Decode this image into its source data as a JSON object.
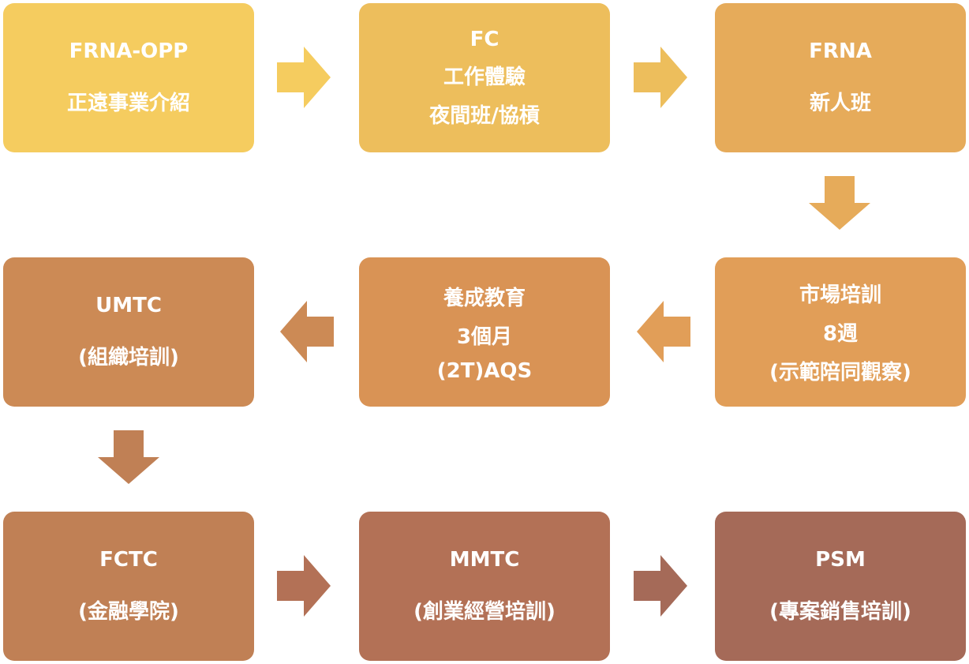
{
  "boxes": [
    {
      "id": "frna-opp",
      "lines": [
        "FRNA-OPP",
        "正遠事業介紹"
      ],
      "color": "#f5cc5f"
    },
    {
      "id": "fc",
      "lines": [
        "FC",
        "工作體驗",
        "夜間班/協槓"
      ],
      "color": "#edbe5c"
    },
    {
      "id": "frna",
      "lines": [
        "FRNA",
        "新人班"
      ],
      "color": "#e6ab5a"
    },
    {
      "id": "market-training",
      "lines": [
        "市場培訓",
        "8週",
        "(示範陪同觀察)"
      ],
      "color": "#e19e58"
    },
    {
      "id": "cultivation",
      "lines": [
        "養成教育",
        "3個月",
        "(2T)AQS"
      ],
      "color": "#d99355"
    },
    {
      "id": "umtc",
      "lines": [
        "UMTC",
        "(組織培訓)"
      ],
      "color": "#cc8a55"
    },
    {
      "id": "fctc",
      "lines": [
        "FCTC",
        "(金融學院)"
      ],
      "color": "#c08055"
    },
    {
      "id": "mmtc",
      "lines": [
        "MMTC",
        "(創業經營培訓)"
      ],
      "color": "#b37156"
    },
    {
      "id": "psm",
      "lines": [
        "PSM",
        "(專案銷售培訓)"
      ],
      "color": "#a56a58"
    }
  ],
  "arrows": [
    {
      "id": "frna-opp-to-fc",
      "direction": "right",
      "color": "#f5cc5f"
    },
    {
      "id": "fc-to-frna",
      "direction": "right",
      "color": "#edbe5c"
    },
    {
      "id": "frna-to-market-training",
      "direction": "down",
      "color": "#e6ab5a"
    },
    {
      "id": "market-training-to-cultivation",
      "direction": "left",
      "color": "#e19e58"
    },
    {
      "id": "cultivation-to-umtc",
      "direction": "left",
      "color": "#cc8a55"
    },
    {
      "id": "umtc-to-fctc",
      "direction": "down",
      "color": "#c08055"
    },
    {
      "id": "fctc-to-mmtc",
      "direction": "right",
      "color": "#b37156"
    },
    {
      "id": "mmtc-to-psm",
      "direction": "right",
      "color": "#a56a58"
    }
  ]
}
